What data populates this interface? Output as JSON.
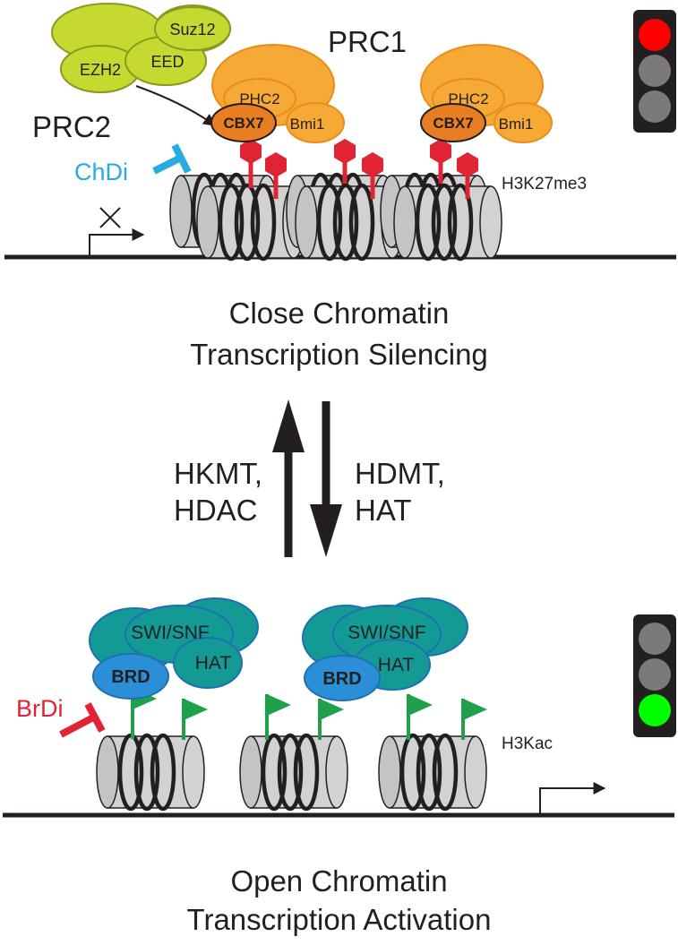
{
  "top_panel": {
    "prc2_label": "PRC2",
    "prc1_label": "PRC1",
    "prc2_subunits": {
      "suz12": "Suz12",
      "eed": "EED",
      "ezh2": "EZH2"
    },
    "prc1_complexes": [
      {
        "phc2": "PHC2",
        "cbx7": "CBX7",
        "bmi1": "Bmi1"
      },
      {
        "phc2": "PHC2",
        "cbx7": "CBX7",
        "bmi1": "Bmi1"
      }
    ],
    "inhibitor": {
      "label": "ChDi",
      "color": "#29abe2"
    },
    "mark_label": "H3K27me3",
    "mark_color": "#e02434",
    "caption_line1": "Close Chromatin",
    "caption_line2": "Transcription Silencing",
    "traffic_light": "red"
  },
  "transition": {
    "up_line1": "HKMT,",
    "up_line2": "HDAC",
    "down_line1": "HDMT,",
    "down_line2": "HAT"
  },
  "bottom_panel": {
    "complexes": [
      {
        "swisnf": "SWI/SNF",
        "hat": "HAT",
        "brd": "BRD"
      },
      {
        "swisnf": "SWI/SNF",
        "hat": "HAT",
        "brd": "BRD"
      }
    ],
    "inhibitor": {
      "label": "BrDi",
      "color": "#e02434"
    },
    "mark_label": "H3Kac",
    "mark_color": "#1fa04a",
    "caption_line1": "Open Chromatin",
    "caption_line2": "Transcription Activation",
    "traffic_light": "green"
  },
  "colors": {
    "light_red": "#ff0000",
    "light_green": "#00ff00",
    "light_off": "#7a7a7a",
    "prc2_fill": "#c6d930",
    "prc1_fill": "#f7a935",
    "cbx7_fill": "#e87d22",
    "swisnf_fill": "#139a94",
    "brd_fill": "#2a8fd6",
    "nucleosome_fill": "#d2d2d2"
  }
}
